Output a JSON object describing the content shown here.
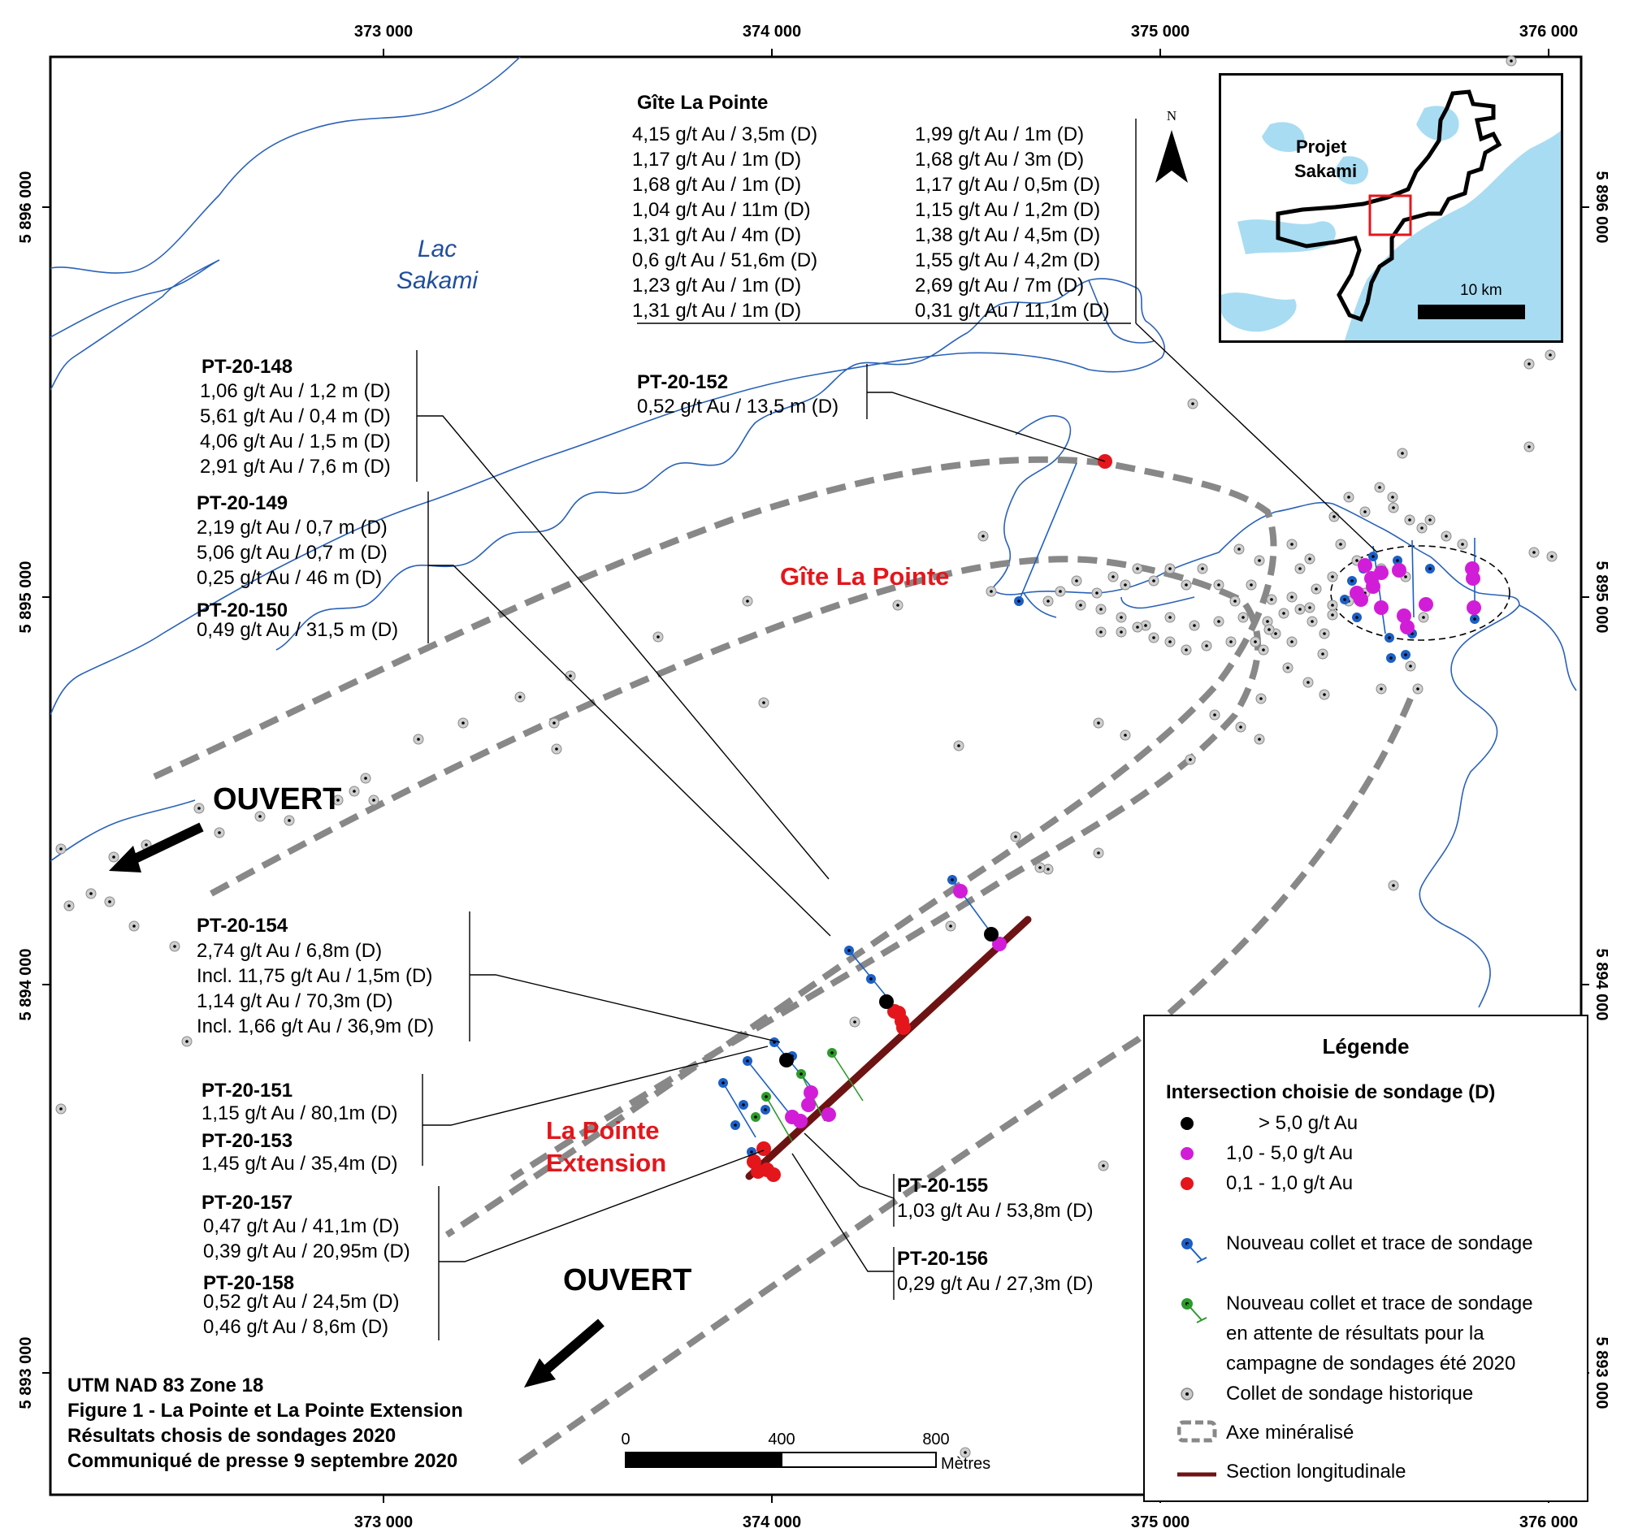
{
  "grid": {
    "x_labels": [
      "373 000",
      "374 000",
      "375 000",
      "376 000"
    ],
    "y_labels": [
      "5 896 000",
      "5 895 000",
      "5 894 000",
      "5 893 000"
    ]
  },
  "lake": {
    "line1": "Lac",
    "line2": "Sakami"
  },
  "zones": {
    "gite": "Gîte La Pointe",
    "ext_line1": "La Pointe",
    "ext_line2": "Extension"
  },
  "ouvert": "OUVERT",
  "gite_box": {
    "title": "Gîte La Pointe",
    "col1": [
      "4,15 g/t Au / 3,5m (D)",
      "1,17 g/t Au / 1m (D)",
      "1,68 g/t Au / 1m (D)",
      "1,04 g/t Au / 11m (D)",
      "1,31 g/t Au / 4m (D)",
      "0,6 g/t Au / 51,6m (D)",
      "1,23 g/t Au / 1m (D)",
      "1,31 g/t Au / 1m (D)"
    ],
    "col2": [
      "1,99 g/t Au / 1m (D)",
      "1,68 g/t Au / 3m (D)",
      "1,17 g/t Au / 0,5m (D)",
      "1,15 g/t Au / 1,2m (D)",
      "1,38 g/t Au / 4,5m (D)",
      "1,55 g/t Au / 4,2m (D)",
      "2,69 g/t Au / 7m (D)",
      "0,31 g/t Au / 11,1m (D)"
    ]
  },
  "holes": {
    "pt148": {
      "name": "PT-20-148",
      "lines": [
        "1,06 g/t Au / 1,2 m (D)",
        "5,61 g/t Au / 0,4 m (D)",
        "4,06 g/t Au / 1,5 m (D)",
        "2,91 g/t Au / 7,6 m (D)"
      ]
    },
    "pt149": {
      "name": "PT-20-149",
      "lines": [
        "2,19 g/t Au / 0,7 m (D)",
        "5,06 g/t Au / 0,7 m (D)",
        "0,25 g/t Au / 46 m (D)"
      ]
    },
    "pt150": {
      "name": "PT-20-150",
      "lines": [
        "0,49 g/t Au / 31,5 m (D)"
      ]
    },
    "pt152": {
      "name": "PT-20-152",
      "lines": [
        "0,52 g/t Au / 13,5 m (D)"
      ]
    },
    "pt154": {
      "name": "PT-20-154",
      "lines": [
        "2,74 g/t Au / 6,8m (D)",
        "Incl. 11,75 g/t Au / 1,5m (D)",
        "1,14 g/t Au / 70,3m (D)",
        "Incl. 1,66 g/t Au / 36,9m (D)"
      ]
    },
    "pt151": {
      "name": "PT-20-151",
      "lines": [
        "1,15 g/t Au / 80,1m (D)"
      ]
    },
    "pt153": {
      "name": "PT-20-153",
      "lines": [
        "1,45 g/t Au / 35,4m (D)"
      ]
    },
    "pt157": {
      "name": "PT-20-157",
      "lines": [
        "0,47 g/t Au / 41,1m (D)",
        "0,39 g/t Au / 20,95m (D)"
      ]
    },
    "pt158": {
      "name": "PT-20-158",
      "lines": [
        "0,52 g/t Au / 24,5m (D)",
        "0,46 g/t Au / 8,6m (D)"
      ]
    },
    "pt155": {
      "name": "PT-20-155",
      "lines": [
        "1,03 g/t Au / 53,8m (D)"
      ]
    },
    "pt156": {
      "name": "PT-20-156",
      "lines": [
        "0,29 g/t Au / 27,3m (D)"
      ]
    }
  },
  "inset": {
    "line1": "Projet",
    "line2": "Sakami",
    "scale": "10 km"
  },
  "north": "N",
  "scalebar": {
    "ticks": [
      "0",
      "400",
      "800"
    ],
    "unit": "Mètres"
  },
  "legend": {
    "title": "Légende",
    "subtitle": "Intersection choisie de sondage (D)",
    "items": [
      "> 5,0 g/t Au",
      "1,0 - 5,0 g/t Au",
      "0,1 - 1,0 g/t Au",
      "Nouveau collet et trace de sondage",
      "Nouveau collet et trace de sondage",
      "en attente de résultats pour la",
      "campagne de sondages été 2020",
      "Collet de sondage historique",
      "Axe minéralisé",
      "Section longitudinale"
    ],
    "colors": {
      "black": "#000000",
      "magenta": "#d21dd8",
      "red": "#e4161b",
      "blue": "#1b5fc6",
      "green": "#2d9a2a",
      "brown": "#6e1313",
      "axis": "#888888"
    }
  },
  "footer": [
    "UTM NAD 83 Zone 18",
    "Figure 1 - La Pointe et La Pointe Extension",
    "Résultats chosis de sondages 2020",
    "Communiqué de presse 9 septembre 2020"
  ]
}
